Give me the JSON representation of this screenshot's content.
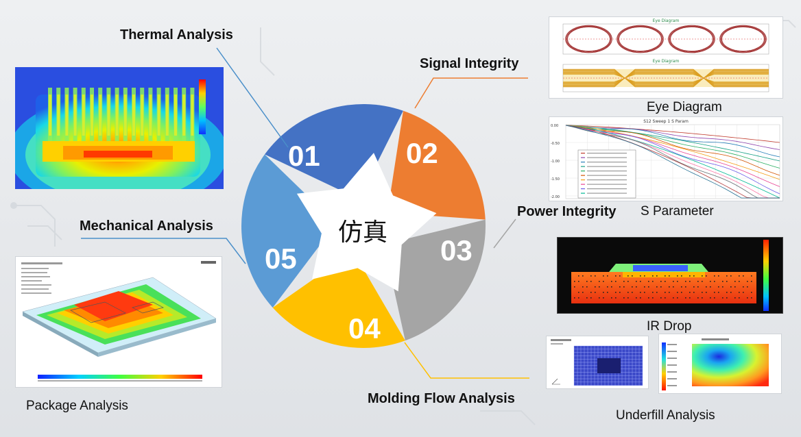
{
  "center_label": "仿真",
  "segments": [
    {
      "num": "01",
      "color": "#4472c4"
    },
    {
      "num": "02",
      "color": "#ed7d31"
    },
    {
      "num": "03",
      "color": "#a5a5a5"
    },
    {
      "num": "04",
      "color": "#ffc000"
    },
    {
      "num": "05",
      "color": "#5b9bd5"
    }
  ],
  "headings": {
    "thermal": "Thermal Analysis",
    "signal": "Signal Integrity",
    "power": "Power Integrity",
    "molding": "Molding Flow Analysis",
    "mechanical": "Mechanical Analysis"
  },
  "captions": {
    "eye": "Eye Diagram",
    "sparam": "S Parameter",
    "irdrop": "IR Drop",
    "underfill": "Underfill Analysis",
    "package": "Package Analysis"
  },
  "eye_panel": {
    "title_top": "Eye Diagram",
    "title_bottom": "Eye Diagram"
  },
  "sparam_panel": {
    "title": "S12 Sweep 1 S Param",
    "y_ticks": [
      "0.00",
      "-0.50",
      "-1.00",
      "-1.50",
      "-2.00"
    ]
  },
  "colors": {
    "leader": "#4a8fc9",
    "signal_leader": "#ed7d31",
    "power_leader": "#a5a5a5",
    "molding_leader": "#ffc000"
  }
}
